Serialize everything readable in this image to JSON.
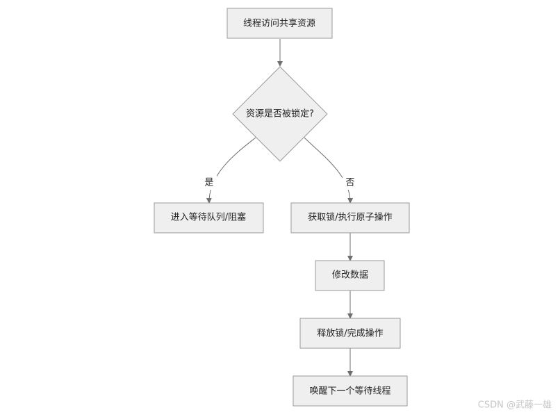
{
  "flowchart": {
    "nodes": {
      "start": "线程访问共享资源",
      "decision": "资源是否被锁定?",
      "wait": "进入等待队列/阻塞",
      "acquire": "获取锁/执行原子操作",
      "modify": "修改数据",
      "release": "释放锁/完成操作",
      "wake": "唤醒下一个等待线程"
    },
    "edge_labels": {
      "yes": "是",
      "no": "否"
    }
  },
  "watermark": "CSDN @武藤一雄"
}
